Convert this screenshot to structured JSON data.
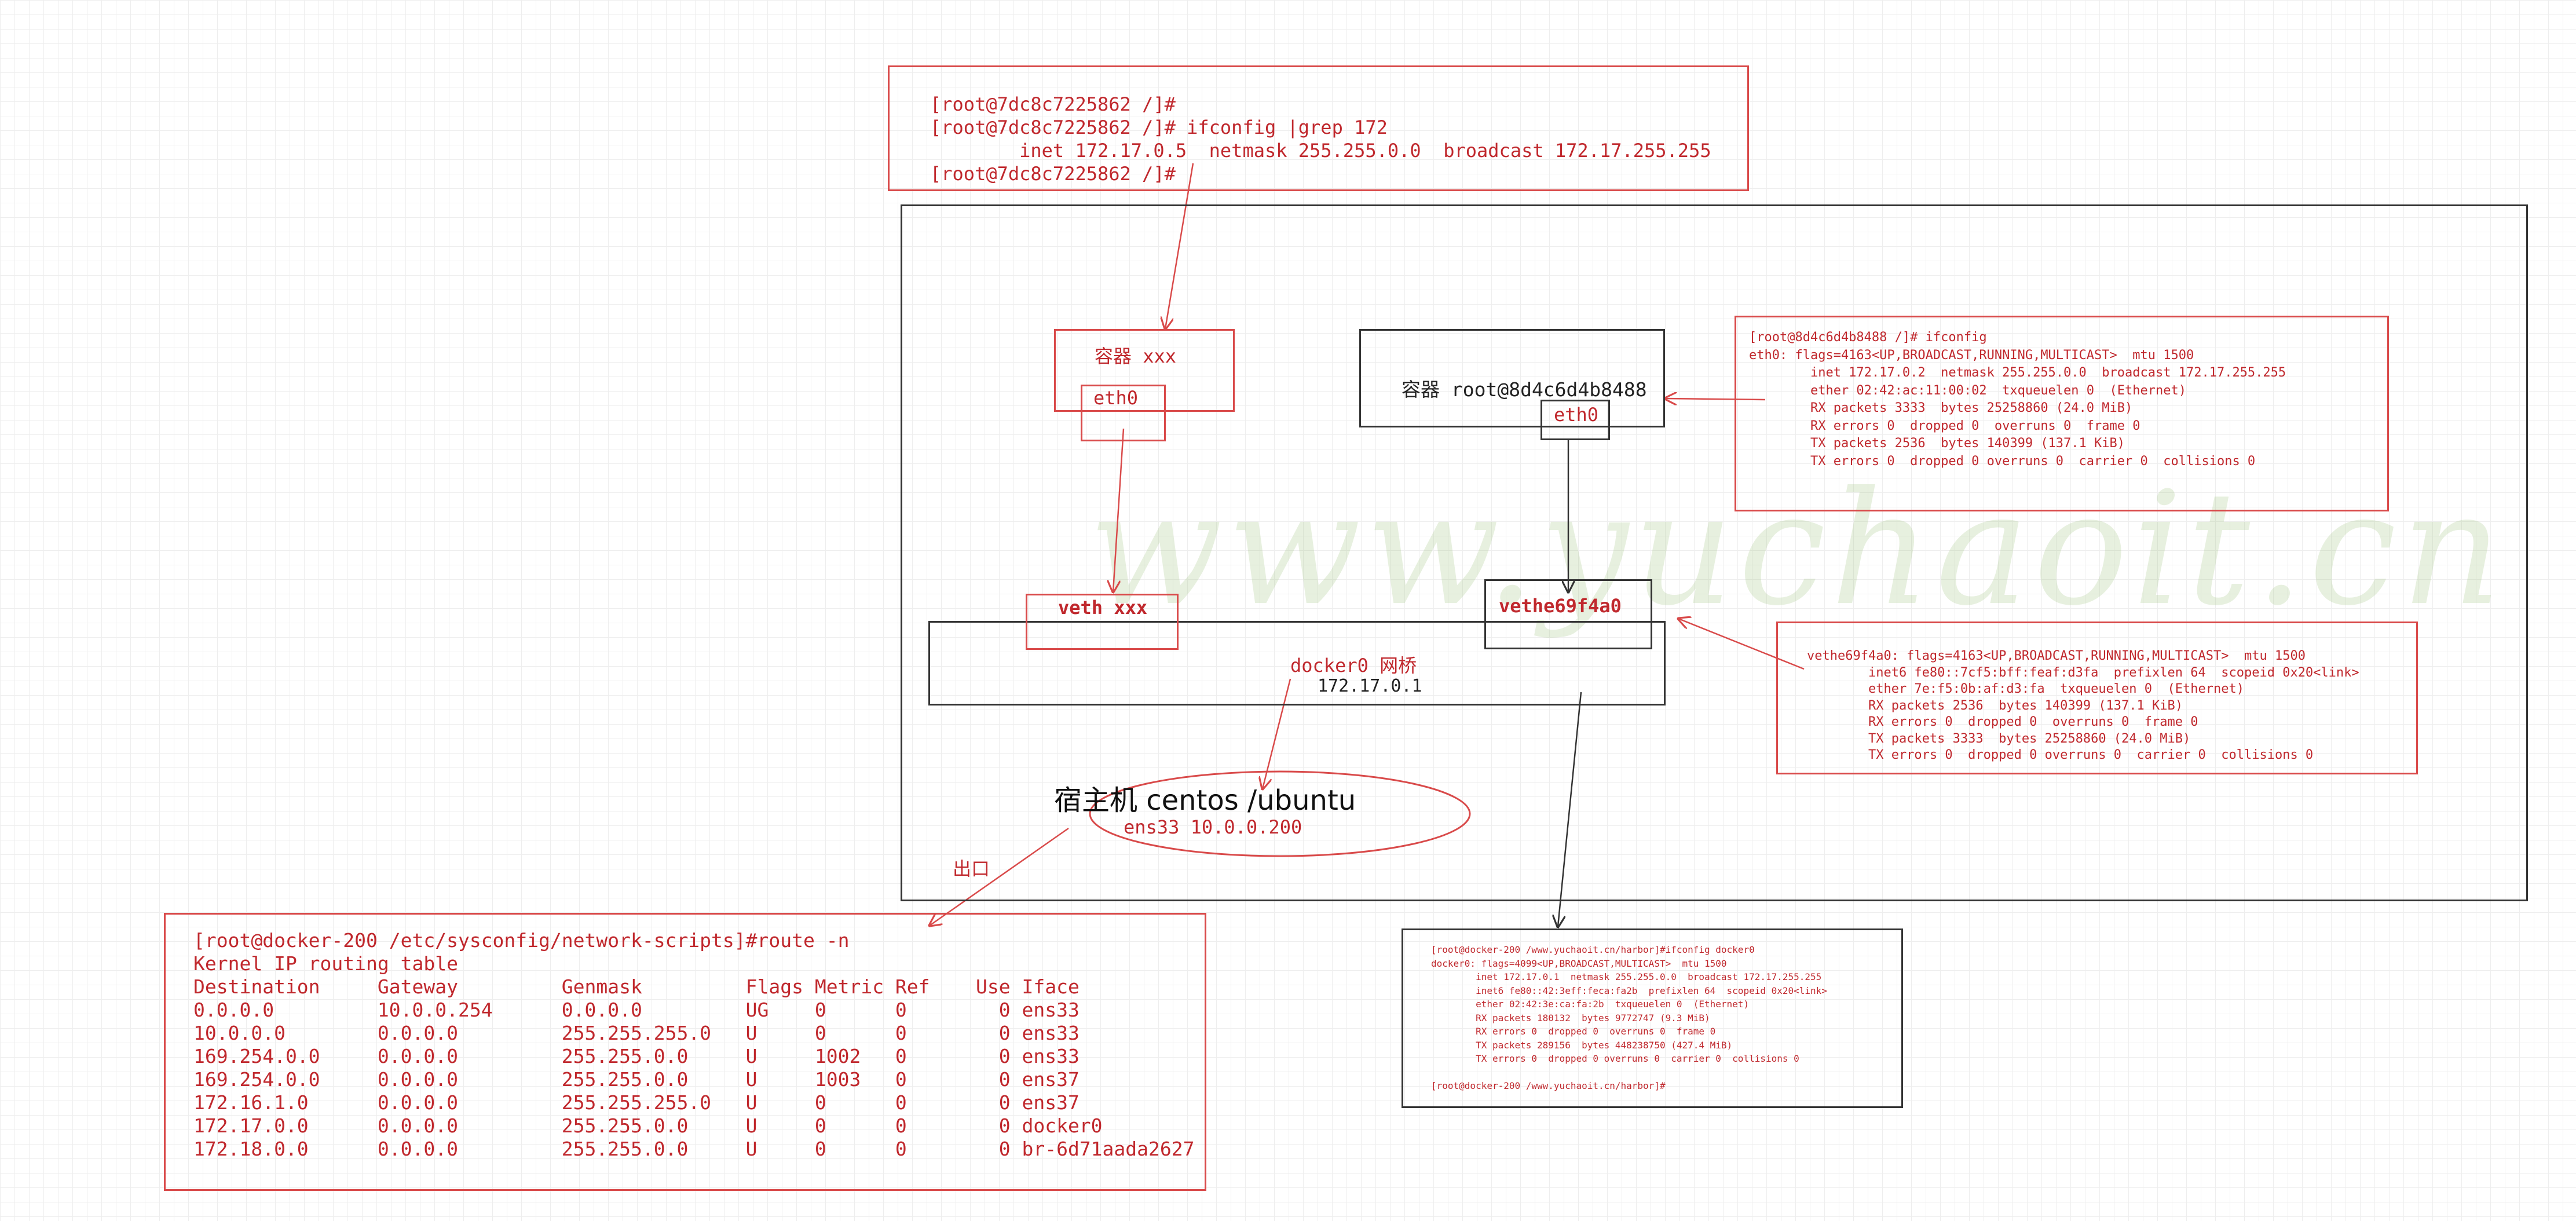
{
  "watermark": "www.yuchaoit.cn",
  "container_terminal": {
    "lines": [
      "[root@7dc8c7225862 /]#",
      "[root@7dc8c7225862 /]# ifconfig |grep 172",
      "        inet 172.17.0.5  netmask 255.255.0.0  broadcast 172.17.255.255",
      "[root@7dc8c7225862 /]#"
    ]
  },
  "container_xxx": {
    "label": "容器  xxx",
    "eth": "eth0"
  },
  "container_root": {
    "label": "容器  root@8d4c6d4b8488",
    "eth": "eth0"
  },
  "eth0_ifconfig": {
    "lines": [
      "[root@8d4c6d4b8488 /]# ifconfig",
      "eth0: flags=4163<UP,BROADCAST,RUNNING,MULTICAST>  mtu 1500",
      "        inet 172.17.0.2  netmask 255.255.0.0  broadcast 172.17.255.255",
      "        ether 02:42:ac:11:00:02  txqueuelen 0  (Ethernet)",
      "        RX packets 3333  bytes 25258860 (24.0 MiB)",
      "        RX errors 0  dropped 0  overruns 0  frame 0",
      "        TX packets 2536  bytes 140399 (137.1 KiB)",
      "        TX errors 0  dropped 0 overruns 0  carrier 0  collisions 0"
    ]
  },
  "veth_xxx": {
    "label": "veth xxx"
  },
  "vethe69f4a0": {
    "label": "vethe69f4a0"
  },
  "veth_ifconfig": {
    "lines": [
      "vethe69f4a0: flags=4163<UP,BROADCAST,RUNNING,MULTICAST>  mtu 1500",
      "        inet6 fe80::7cf5:bff:feaf:d3fa  prefixlen 64  scopeid 0x20<link>",
      "        ether 7e:f5:0b:af:d3:fa  txqueuelen 0  (Ethernet)",
      "        RX packets 2536  bytes 140399 (137.1 KiB)",
      "        RX errors 0  dropped 0  overruns 0  frame 0",
      "        TX packets 3333  bytes 25258860 (24.0 MiB)",
      "        TX errors 0  dropped 0 overruns 0  carrier 0  collisions 0"
    ]
  },
  "bridge": {
    "label": "docker0 网桥",
    "ip": "172.17.0.1"
  },
  "host": {
    "title": "宿主机 centos /ubuntu",
    "ens": "ens33 10.0.0.200"
  },
  "exit_label": "出口",
  "route_terminal": {
    "lines": [
      "[root@docker-200 /etc/sysconfig/network-scripts]#route -n",
      "Kernel IP routing table",
      "Destination     Gateway         Genmask         Flags Metric Ref    Use Iface",
      "0.0.0.0         10.0.0.254      0.0.0.0         UG    0      0        0 ens33",
      "10.0.0.0        0.0.0.0         255.255.255.0   U     0      0        0 ens33",
      "169.254.0.0     0.0.0.0         255.255.0.0     U     1002   0        0 ens33",
      "169.254.0.0     0.0.0.0         255.255.0.0     U     1003   0        0 ens37",
      "172.16.1.0      0.0.0.0         255.255.255.0   U     0      0        0 ens37",
      "172.17.0.0      0.0.0.0         255.255.0.0     U     0      0        0 docker0",
      "172.18.0.0      0.0.0.0         255.255.0.0     U     0      0        0 br-6d71aada2627"
    ]
  },
  "docker0_ifconfig": {
    "lines": [
      "[root@docker-200 /www.yuchaoit.cn/harbor]#ifconfig docker0",
      "docker0: flags=4099<UP,BROADCAST,MULTICAST>  mtu 1500",
      "        inet 172.17.0.1  netmask 255.255.0.0  broadcast 172.17.255.255",
      "        inet6 fe80::42:3eff:feca:fa2b  prefixlen 64  scopeid 0x20<link>",
      "        ether 02:42:3e:ca:fa:2b  txqueuelen 0  (Ethernet)",
      "        RX packets 180132  bytes 9772747 (9.3 MiB)",
      "        RX errors 0  dropped 0  overruns 0  frame 0",
      "        TX packets 289156  bytes 448238750 (427.4 MiB)",
      "        TX errors 0  dropped 0 overruns 0  carrier 0  collisions 0",
      "",
      "[root@docker-200 /www.yuchaoit.cn/harbor]#"
    ]
  }
}
